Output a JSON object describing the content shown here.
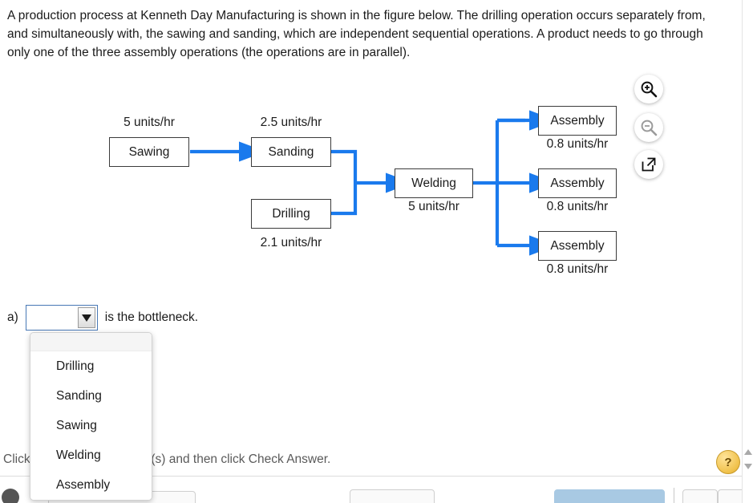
{
  "statement": "A production process at Kenneth Day Manufacturing is shown in the figure below. The drilling operation occurs separately from, and simultaneously with, the sawing and sanding, which are independent sequential operations. A product needs to go through only one of the three assembly operations (the operations are in parallel).",
  "diagram": {
    "flow_color": "#1a7aed",
    "box_border_color": "#3b3b3b",
    "nodes": [
      {
        "id": "sawing",
        "label": "Sawing",
        "rate": "5 units/hr",
        "rate_position": "above"
      },
      {
        "id": "sanding",
        "label": "Sanding",
        "rate": "2.5 units/hr",
        "rate_position": "above"
      },
      {
        "id": "drilling",
        "label": "Drilling",
        "rate": "2.1 units/hr",
        "rate_position": "below"
      },
      {
        "id": "welding",
        "label": "Welding",
        "rate": "5 units/hr",
        "rate_position": "below"
      },
      {
        "id": "assembly1",
        "label": "Assembly",
        "rate": "0.8 units/hr",
        "rate_position": "below"
      },
      {
        "id": "assembly2",
        "label": "Assembly",
        "rate": "0.8 units/hr",
        "rate_position": "below"
      },
      {
        "id": "assembly3",
        "label": "Assembly",
        "rate": "0.8 units/hr",
        "rate_position": "below"
      }
    ]
  },
  "tools": {
    "zoom_in": "zoom-in",
    "zoom_out": "zoom-out",
    "popout": "popout"
  },
  "answer": {
    "part_label": "a)",
    "select_value": "",
    "sentence_tail": "is the bottleneck.",
    "options": [
      "",
      "Drilling",
      "Sanding",
      "Sawing",
      "Welding",
      "Assembly"
    ]
  },
  "footer": {
    "hint": "Click to select your answer(s) and then click Check Answer.",
    "help_glyph": "?"
  }
}
